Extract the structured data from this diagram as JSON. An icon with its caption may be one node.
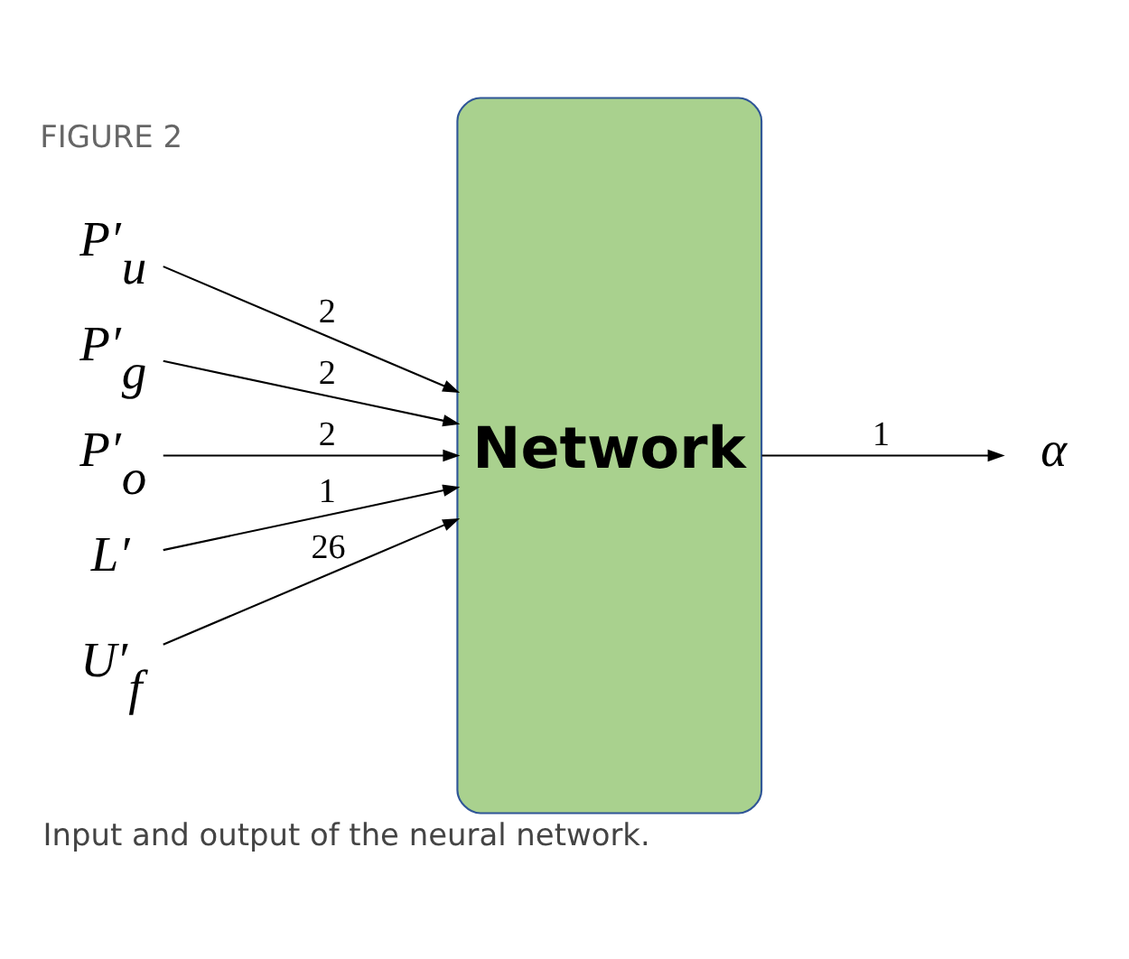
{
  "diagram": {
    "caption": "Input and output of the neural network.",
    "nodes": [
      {
        "text": [
          "P′$_{u}$"
        ]
      },
      {
        "text": [
          "P′$_{g}$"
        ]
      },
      {
        "text": [
          "P′$_{o}$"
        ]
      },
      {
        "text": [
          "L′"
        ]
      },
      {
        "text": [
          "U′$_{f}$"
        ]
      },
      {
        "text": [
          "Network"
        ]
      },
      {
        "text": [
          "α"
        ]
      }
    ],
    "edges": [
      {
        "from": 0,
        "to": 5,
        "arrow": "to",
        "label": "2"
      },
      {
        "from": 1,
        "to": 5,
        "arrow": "to",
        "label": "2"
      },
      {
        "from": 2,
        "to": 5,
        "arrow": "to",
        "label": "2"
      },
      {
        "from": 3,
        "to": 5,
        "arrow": "to",
        "label": "1"
      },
      {
        "from": 4,
        "to": 5,
        "arrow": "to",
        "label": "26"
      },
      {
        "from": 5,
        "to": 6,
        "arrow": "to",
        "label": "1"
      }
    ],
    "labels": [
      "FIGURE 2"
    ]
  }
}
